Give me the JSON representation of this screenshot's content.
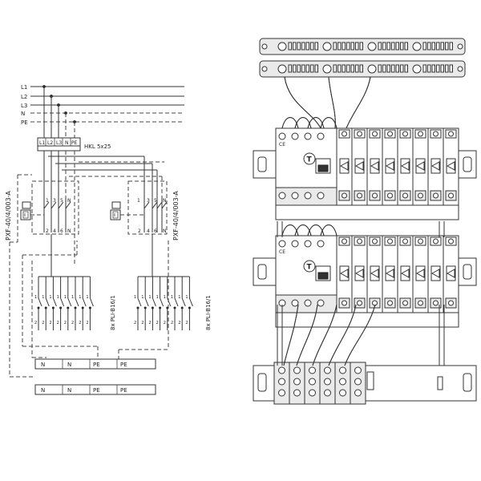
{
  "schematic": {
    "bus_labels": [
      "L1",
      "L2",
      "L3",
      "N",
      "PE"
    ],
    "terminal_cells": [
      "L1",
      "L2",
      "L3",
      "N",
      "PE"
    ],
    "hkl_label": "HKL 5x25",
    "rcd_left_label": "PXF-40/4/003-A",
    "rcd_right_label": "PXF-40/4/003-A",
    "rcd_pin_top": [
      "1",
      "3",
      "5",
      "N"
    ],
    "rcd_pin_bottom": [
      "2",
      "4",
      "6",
      "N"
    ],
    "mcb_left_label": "8x PLI-B16/1",
    "mcb_right_label": "8x PLI-B16/1",
    "mcb_pin_top": "1",
    "mcb_pin_bottom": "2",
    "bottom_rails": [
      [
        "N",
        "N",
        "PE",
        "PE"
      ],
      [
        "N",
        "N",
        "PE",
        "PE"
      ]
    ]
  },
  "panel": {
    "rcd_letter": "T",
    "ce_mark": "CE"
  }
}
